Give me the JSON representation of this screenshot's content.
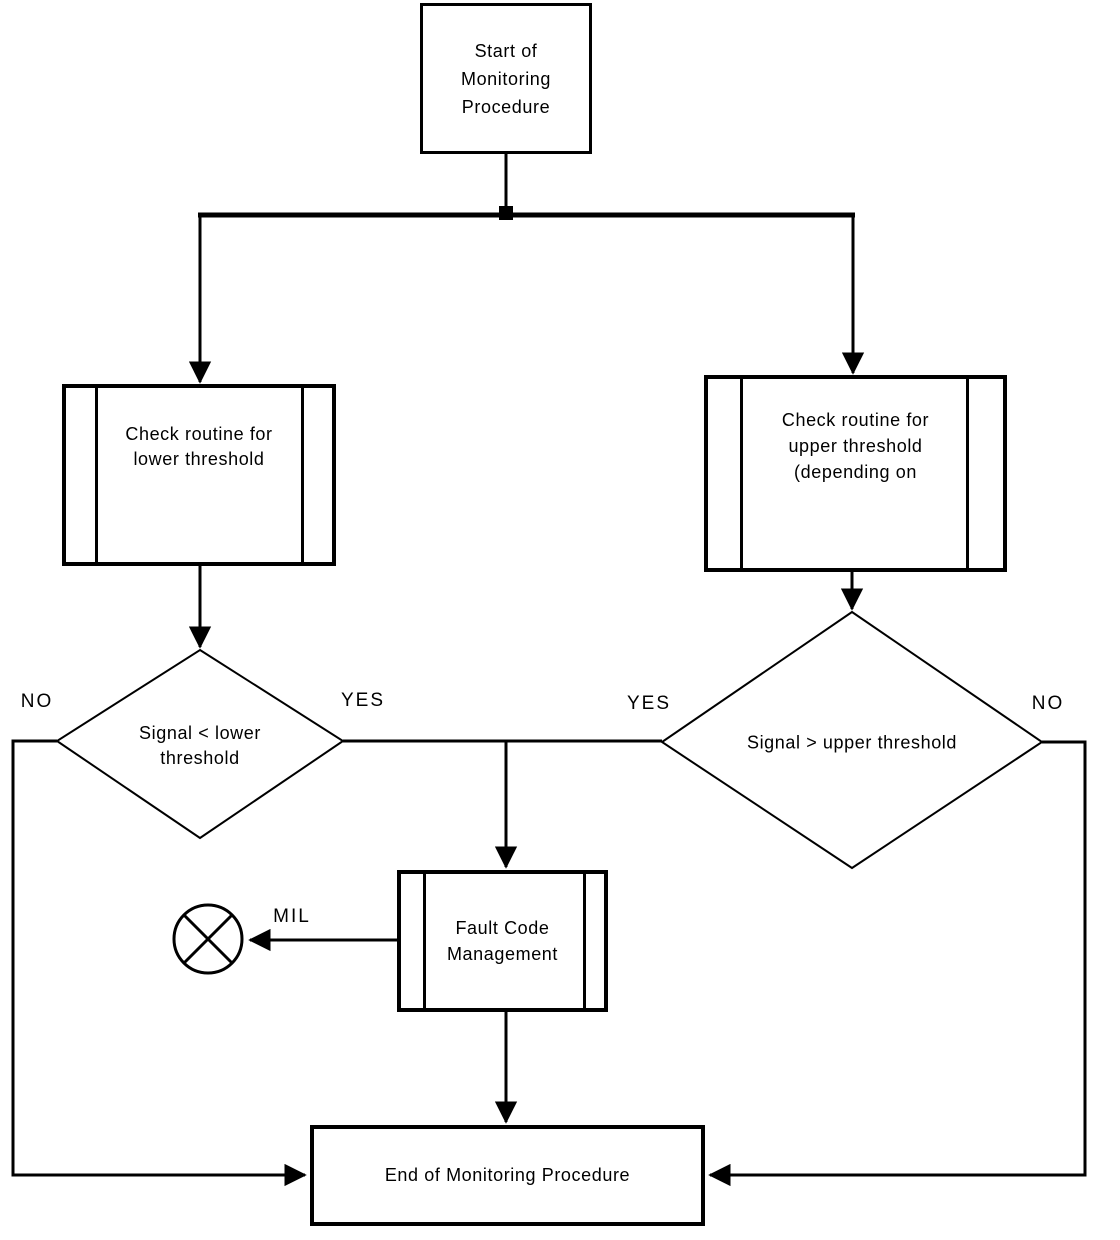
{
  "nodes": {
    "start": {
      "label": "Start of\nMonitoring\nProcedure"
    },
    "check_lower": {
      "label": "Check routine for\nlower threshold"
    },
    "check_upper": {
      "label": "Check routine for\nupper threshold\n(depending on"
    },
    "decision_lower": {
      "label": "Signal < lower\nthreshold"
    },
    "decision_upper": {
      "label": "Signal > upper threshold"
    },
    "fault_code": {
      "label": "Fault Code\nManagement"
    },
    "end": {
      "label": "End of Monitoring Procedure"
    }
  },
  "edge_labels": {
    "no_left": "NO",
    "yes_left": "YES",
    "yes_right": "YES",
    "no_right": "NO",
    "mil": "MIL"
  },
  "icons": {
    "mil_lamp": "crossed-circle-lamp-icon"
  },
  "colors": {
    "line": "#000000",
    "fill": "#ffffff",
    "text": "#000000"
  }
}
